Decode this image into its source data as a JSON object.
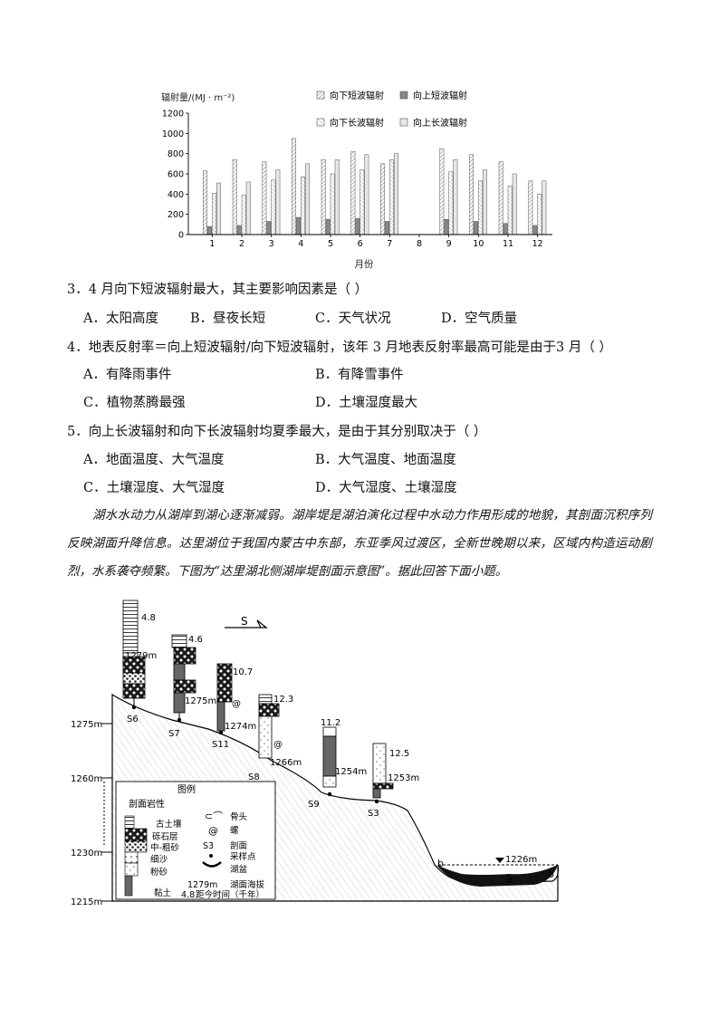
{
  "chart_data": {
    "type": "bar",
    "ylabel": "辐射量/(MJ · m⁻²)",
    "xlabel": "月份",
    "ylim": [
      0,
      1200
    ],
    "yticks": [
      "0",
      "200",
      "400",
      "600",
      "800",
      "1000",
      "1200"
    ],
    "categories": [
      "1",
      "2",
      "3",
      "4",
      "5",
      "6",
      "7",
      "8",
      "9",
      "10",
      "11",
      "12"
    ],
    "series": [
      {
        "name": "向下短波辐射",
        "values": [
          630,
          740,
          720,
          950,
          740,
          820,
          700,
          null,
          850,
          790,
          720,
          530
        ]
      },
      {
        "name": "向上短波辐射",
        "values": [
          80,
          90,
          130,
          170,
          150,
          160,
          130,
          null,
          150,
          130,
          110,
          90
        ]
      },
      {
        "name": "向下长波辐射",
        "values": [
          410,
          390,
          540,
          570,
          600,
          640,
          740,
          null,
          620,
          530,
          480,
          400
        ]
      },
      {
        "name": "向上长波辐射",
        "values": [
          510,
          520,
          640,
          700,
          740,
          790,
          800,
          null,
          740,
          640,
          600,
          530
        ]
      }
    ],
    "legend": "top"
  },
  "questions": [
    {
      "stem": "3．4 月向下短波辐射最大，其主要影响因素是（   ）",
      "options": [
        "A．太阳高度",
        "B．昼夜长短",
        "C．天气状况",
        "D．空气质量"
      ]
    },
    {
      "stem": "4．地表反射率＝向上短波辐射/向下短波辐射，该年 3 月地表反射率最高可能是由于3 月（   ）",
      "options": [
        "A．有降雨事件",
        "B．有降雪事件",
        "C．植物蒸腾最强",
        "D．土壤湿度最大"
      ]
    },
    {
      "stem": "5．向上长波辐射和向下长波辐射均夏季最大，是由于其分别取决于（   ）",
      "options": [
        "A．地面温度、大气温度",
        "B．大气温度、地面温度",
        "C．土壤湿度、大气湿度",
        "D．大气湿度、土壤湿度"
      ]
    }
  ],
  "passage": "湖水水动力从湖岸到湖心逐渐减弱。湖岸堤是湖泊演化过程中水动力作用形成的地貌，其剖面沉积序列反映湖面升降信息。达里湖位于我国内蒙古中东部，东亚季风过渡区，全新世晚期以来，区域内构造运动剧烈，水系袭夺频繁。下图为“达里湖北侧湖岸堤剖面示意图”。据此回答下面小题。",
  "diagram": {
    "elevations": [
      "1275m",
      "1260m",
      "1230m",
      "1215m"
    ],
    "direction": "S",
    "sections": [
      {
        "id": "S6",
        "age": "4.8",
        "elev": "1279m"
      },
      {
        "id": "S7",
        "age": "4.6",
        "elev": "1275m"
      },
      {
        "id": "S11",
        "age": "10.7",
        "elev": "1274m"
      },
      {
        "id": "S8",
        "age": "12.3",
        "elev": "1266m"
      },
      {
        "id": "S9",
        "age": "11.2",
        "elev": "1254m"
      },
      {
        "id": "S3",
        "age": "12.5",
        "elev": "1253m"
      }
    ],
    "lake_level": "1226m",
    "points": [
      "b",
      "a",
      "b"
    ],
    "legend": {
      "title": "图例",
      "section_title": "剖面岩性",
      "items": [
        "古土壤",
        "砾石层",
        "中-粗砂",
        "细沙",
        "粉砂",
        "黏土"
      ],
      "symbols": [
        "骨头",
        "螺",
        "剖面",
        "采样点",
        "湖盆",
        "湖面海拔",
        "距今时间（千年）"
      ],
      "symbol_keys": [
        "S3",
        "1279m",
        "4.8"
      ]
    }
  }
}
